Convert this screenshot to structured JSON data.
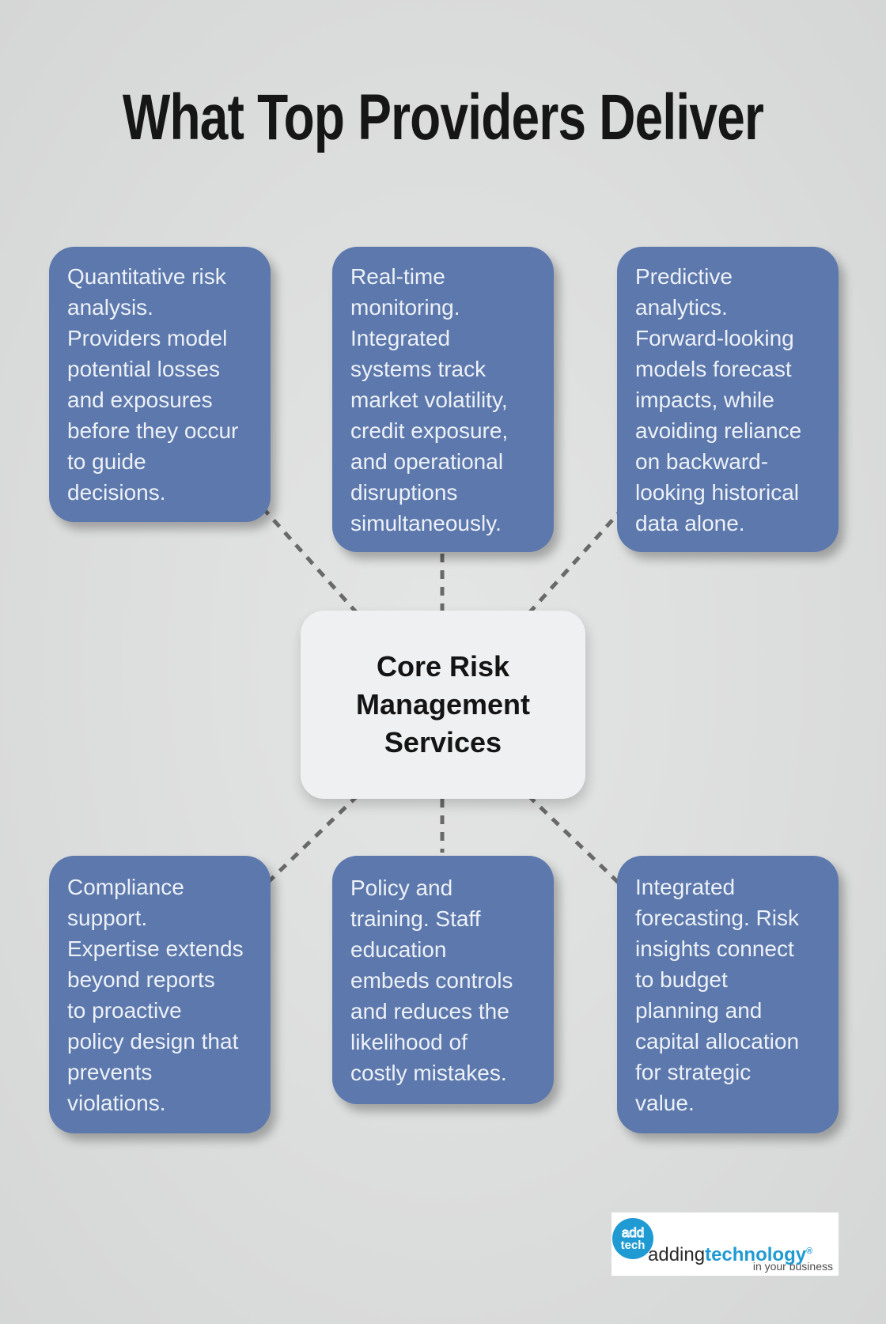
{
  "title": "What Top Providers Deliver",
  "hub": {
    "label": "Core Risk\nManagement\nServices"
  },
  "nodes": [
    {
      "position": "top-left",
      "text": "Quantitative risk\nanalysis.\nProviders model\npotential losses\nand exposures\nbefore they occur\nto guide\ndecisions."
    },
    {
      "position": "top-middle",
      "text": "Real-time\nmonitoring.\nIntegrated\nsystems track\nmarket volatility,\ncredit exposure,\nand operational\ndisruptions\nsimultaneously."
    },
    {
      "position": "top-right",
      "text": "Predictive\nanalytics.\nForward-looking\nmodels forecast\nimpacts, while\navoiding reliance\non backward-\nlooking historical\ndata alone."
    },
    {
      "position": "bottom-left",
      "text": "Compliance\nsupport.\nExpertise extends\nbeyond reports\nto proactive\npolicy design that\nprevents\nviolations."
    },
    {
      "position": "bottom-middle",
      "text": "Policy and\ntraining. Staff\neducation\nembeds controls\nand reduces the\nlikelihood of\ncostly mistakes."
    },
    {
      "position": "bottom-right",
      "text": "Integrated\nforecasting. Risk\ninsights connect\nto budget\nplanning and\ncapital allocation\nfor strategic\nvalue."
    }
  ],
  "logo": {
    "badge_line1": "add",
    "badge_line2": "tech",
    "brand_regular": "adding",
    "brand_bold": "technology",
    "registered_mark": "®",
    "tagline": "in your business"
  },
  "colors": {
    "background": "#dcdddd",
    "node_fill": "#5c78ac",
    "node_text": "#edf1f7",
    "hub_fill": "#eff0f2",
    "hub_text": "#141414",
    "connector": "#696969",
    "title": "#161616",
    "logo_blue": "#1f9ad2"
  }
}
